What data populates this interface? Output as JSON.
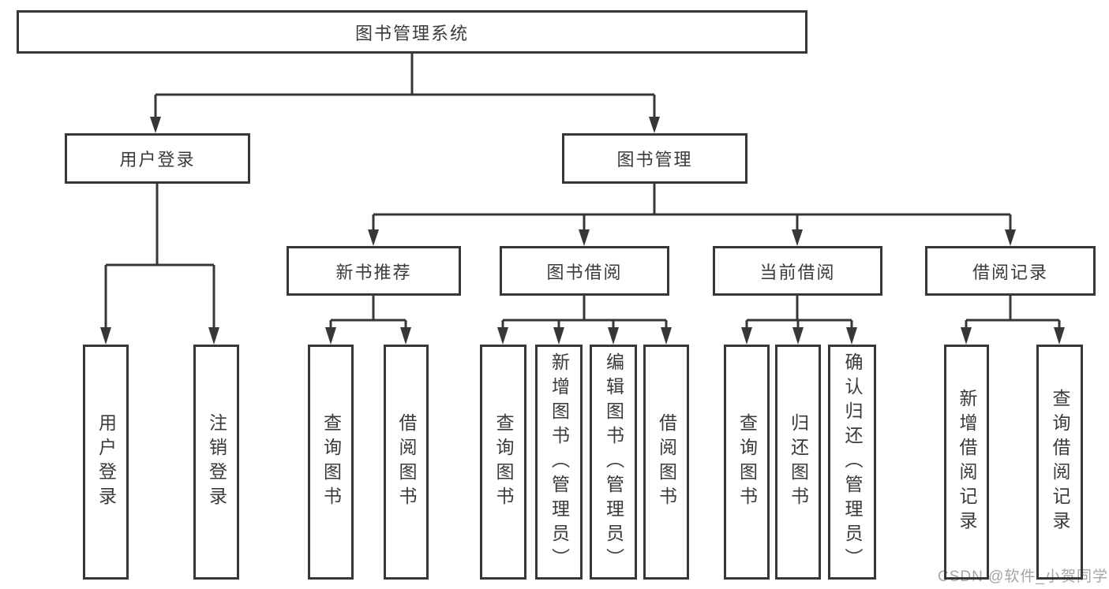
{
  "diagram_title": "图书管理系统",
  "colors": {
    "line": "#373737",
    "box_border": "#373737",
    "text": "#3a3a3a",
    "background": "#ffffff",
    "watermark": "#a9a4a4"
  },
  "tree": {
    "root": {
      "label": "图书管理系统"
    },
    "level2": [
      {
        "label": "用户登录",
        "children": [
          {
            "label": "用户登录"
          },
          {
            "label": "注销登录"
          }
        ]
      },
      {
        "label": "图书管理",
        "children": [
          {
            "label": "新书推荐",
            "children": [
              {
                "label": "查询图书"
              },
              {
                "label": "借阅图书"
              }
            ]
          },
          {
            "label": "图书借阅",
            "children": [
              {
                "label": "查询图书"
              },
              {
                "label": "新增图书（管理员）"
              },
              {
                "label": "编辑图书（管理员）"
              },
              {
                "label": "借阅图书"
              }
            ]
          },
          {
            "label": "当前借阅",
            "children": [
              {
                "label": "查询图书"
              },
              {
                "label": "归还图书"
              },
              {
                "label": "确认归还（管理员）"
              }
            ]
          },
          {
            "label": "借阅记录",
            "children": [
              {
                "label": "新增借阅记录"
              },
              {
                "label": "查询借阅记录"
              }
            ]
          }
        ]
      }
    ]
  },
  "watermark": {
    "label": "CSDN @软件_小贺同学"
  }
}
